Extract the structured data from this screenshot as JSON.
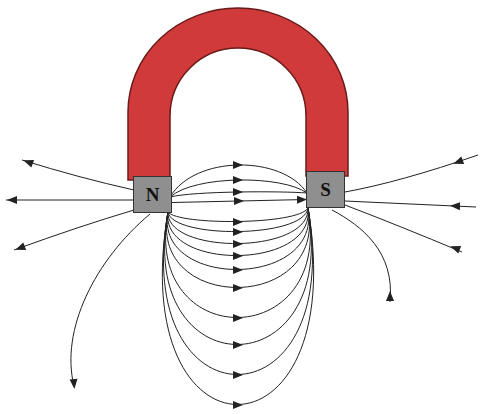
{
  "diagram": {
    "nodes": [
      {
        "text": [
          "N"
        ]
      },
      {
        "text": [
          "S"
        ]
      }
    ],
    "edges": [
      {
        "from": 0,
        "to": 1,
        "arrow": "to"
      }
    ]
  }
}
